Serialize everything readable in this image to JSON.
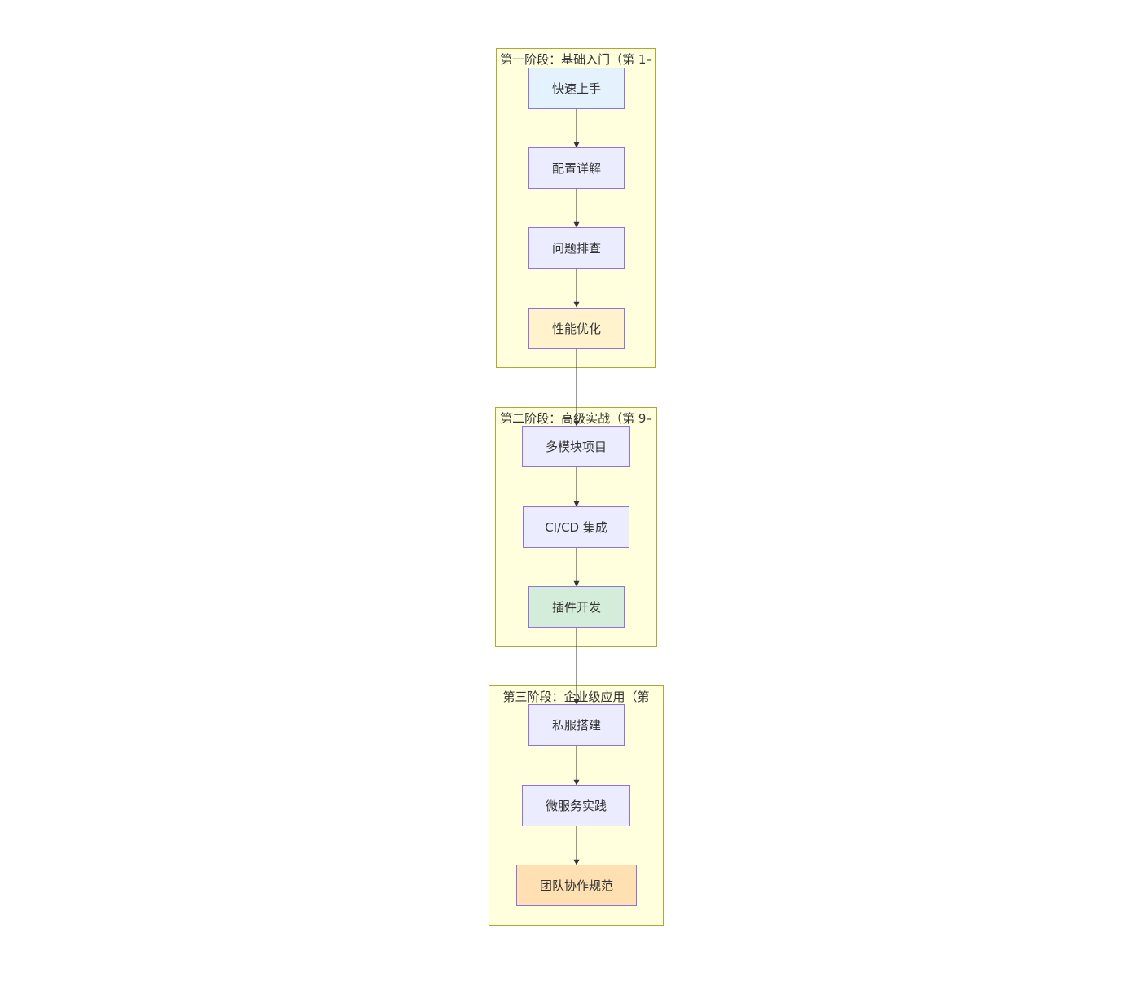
{
  "clusters": [
    {
      "title": "第一阶段：基础入门（第 1–",
      "nodes": [
        {
          "label": "快速上手",
          "fill": "#e3f2fd",
          "stroke": "#9370db"
        },
        {
          "label": "配置详解",
          "fill": "#ececff",
          "stroke": "#9370db"
        },
        {
          "label": "问题排查",
          "fill": "#ececff",
          "stroke": "#9370db"
        },
        {
          "label": "性能优化",
          "fill": "#fff3cd",
          "stroke": "#9370db"
        }
      ]
    },
    {
      "title": "第二阶段：高级实战（第 9–",
      "nodes": [
        {
          "label": "多模块项目",
          "fill": "#ececff",
          "stroke": "#9370db"
        },
        {
          "label": "CI/CD 集成",
          "fill": "#ececff",
          "stroke": "#9370db"
        },
        {
          "label": "插件开发",
          "fill": "#d4edda",
          "stroke": "#9370db"
        }
      ]
    },
    {
      "title": "第三阶段：企业级应用（第",
      "nodes": [
        {
          "label": "私服搭建",
          "fill": "#ececff",
          "stroke": "#9370db"
        },
        {
          "label": "微服务实践",
          "fill": "#ececff",
          "stroke": "#9370db"
        },
        {
          "label": "团队协作规范",
          "fill": "#ffe0b2",
          "stroke": "#9370db"
        }
      ]
    }
  ],
  "colors": {
    "cluster_fill": "#ffffde",
    "cluster_stroke": "#aaaa33",
    "edge": "#333333"
  }
}
